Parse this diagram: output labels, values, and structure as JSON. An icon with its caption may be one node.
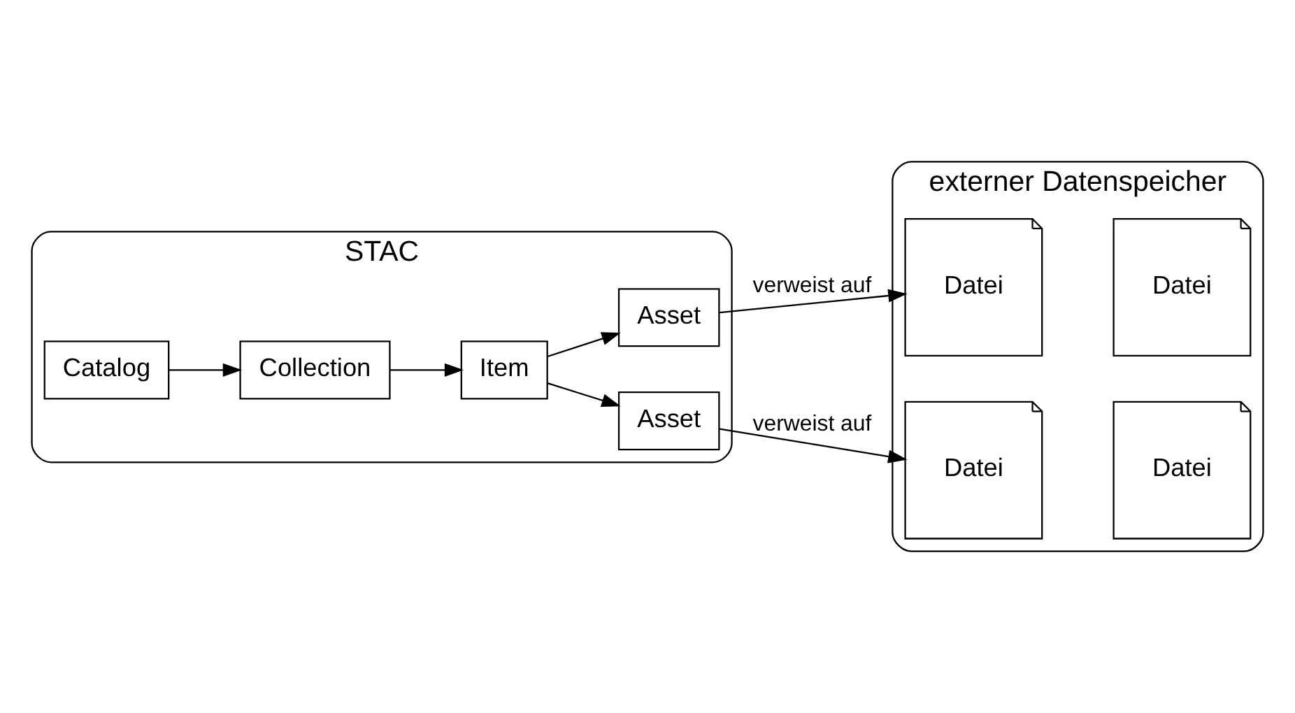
{
  "diagram": {
    "nodes": [
      {
        "text": [
          "STAC"
        ]
      },
      {
        "text": [
          "Catalog"
        ],
        "in": 0
      },
      {
        "text": [
          "Collection"
        ],
        "in": 0
      },
      {
        "text": [
          "Item"
        ],
        "in": 0
      },
      {
        "text": [
          "Asset"
        ],
        "in": 0
      },
      {
        "text": [
          "Asset"
        ],
        "in": 0
      },
      {
        "text": [
          "externer Datenspeicher"
        ]
      },
      {
        "text": [
          "Datei"
        ],
        "in": 6
      },
      {
        "text": [
          "Datei"
        ],
        "in": 6
      },
      {
        "text": [
          "Datei"
        ],
        "in": 6
      },
      {
        "text": [
          "Datei"
        ],
        "in": 6
      }
    ],
    "edges": [
      {
        "from": 1,
        "to": 2,
        "arrow": "to"
      },
      {
        "from": 2,
        "to": 3,
        "arrow": "to"
      },
      {
        "from": 3,
        "to": 4,
        "arrow": "to"
      },
      {
        "from": 3,
        "to": 5,
        "arrow": "to"
      },
      {
        "from": 4,
        "to": 7,
        "arrow": "to",
        "label": "verweist auf"
      },
      {
        "from": 5,
        "to": 9,
        "arrow": "to",
        "label": "verweist auf"
      }
    ]
  }
}
